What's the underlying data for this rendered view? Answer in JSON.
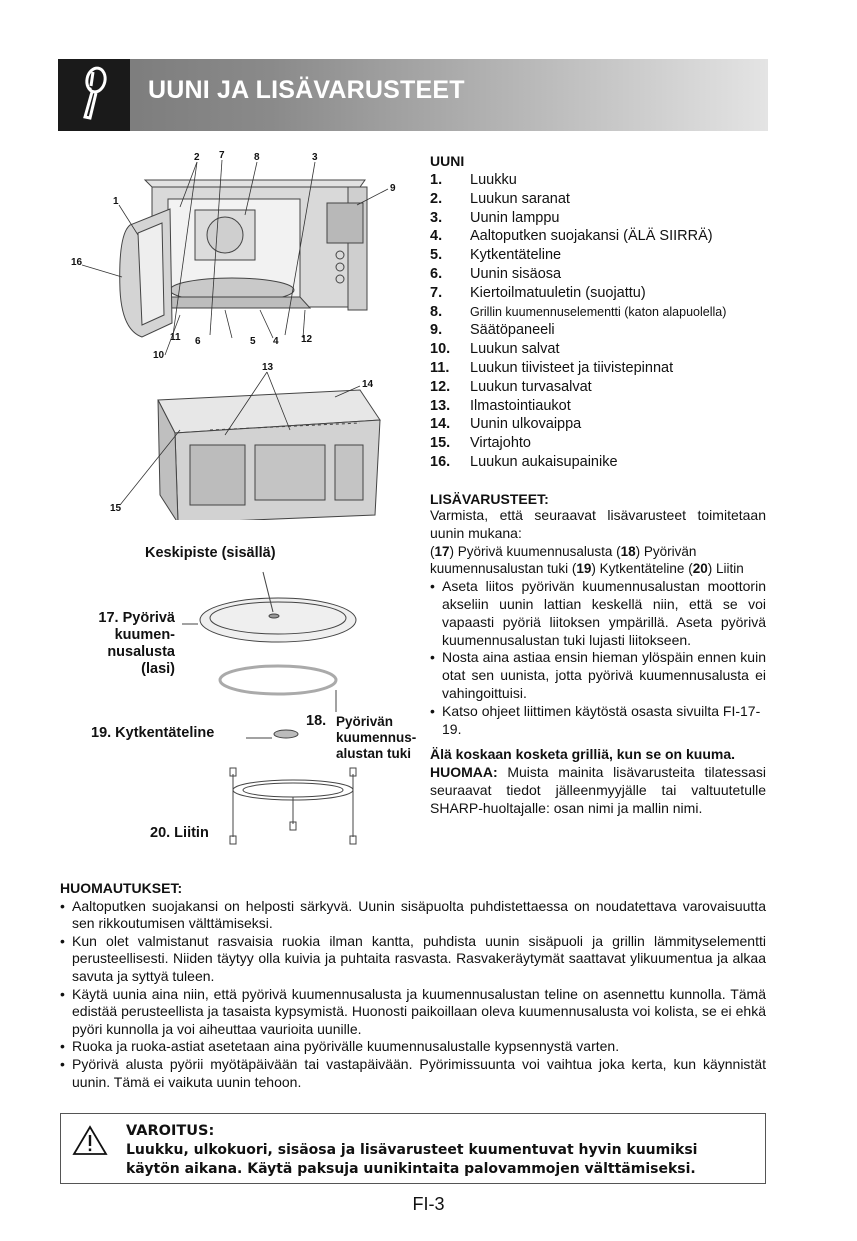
{
  "header": {
    "title": "UUNI JA LISÄVARUSTEET",
    "icon": "magnifier-icon"
  },
  "oven": {
    "title": "UUNI",
    "parts": [
      {
        "n": "1.",
        "label": "Luukku"
      },
      {
        "n": "2.",
        "label": "Luukun saranat"
      },
      {
        "n": "3.",
        "label": "Uunin lamppu"
      },
      {
        "n": "4.",
        "label": "Aaltoputken suojakansi (ÄLÄ SIIRRÄ)"
      },
      {
        "n": "5.",
        "label": "Kytkentäteline"
      },
      {
        "n": "6.",
        "label": "Uunin sisäosa"
      },
      {
        "n": "7.",
        "label": "Kiertoilmatuuletin (suojattu)"
      },
      {
        "n": "8.",
        "label": "Grillin kuumennuselementti (katon alapuolella)"
      },
      {
        "n": "9.",
        "label": "Säätöpaneeli"
      },
      {
        "n": "10.",
        "label": "Luukun salvat"
      },
      {
        "n": "11.",
        "label": "Luukun tiivisteet ja tiivistepinnat"
      },
      {
        "n": "12.",
        "label": "Luukun turvasalvat"
      },
      {
        "n": "13.",
        "label": "Ilmastointiaukot"
      },
      {
        "n": "14.",
        "label": "Uunin ulkovaippa"
      },
      {
        "n": "15.",
        "label": "Virtajohto"
      },
      {
        "n": "16.",
        "label": "Luukun aukaisupainike"
      }
    ]
  },
  "figure": {
    "callouts_front": [
      "2",
      "7",
      "8",
      "3",
      "9",
      "1",
      "16",
      "11",
      "6",
      "5",
      "4",
      "12",
      "10"
    ],
    "callouts_back": [
      "13",
      "14",
      "15"
    ],
    "center_label": "Keskipiste (sisällä)",
    "acc17": [
      "17. Pyörivä",
      "kuumen-",
      "nusalusta",
      "(lasi)"
    ],
    "acc18_num": "18.",
    "acc18": [
      "Pyörivän",
      "kuumennus-",
      "alustan tuki"
    ],
    "acc19": "19. Kytkentäteline",
    "acc20": "20. Liitin"
  },
  "accessories": {
    "title": "LISÄVARUSTEET:",
    "intro": "Varmista, että seuraavat lisävarusteet toimitetaan uunin mukana:",
    "items": [
      {
        "n": "17",
        "t": "Pyörivä kuumennusalusta"
      },
      {
        "n": "18",
        "t": "Pyörivän kuumennusalustan tuki"
      },
      {
        "n": "19",
        "t": "Kytkentäteline"
      },
      {
        "n": "20",
        "t": "Liitin"
      }
    ],
    "bullets": [
      "Aseta liitos pyörivän kuumennusalustan moottorin akseliin uunin lattian keskellä niin, että se voi vapaasti pyöriä liitoksen ympärillä. Aseta pyörivä kuumennusalustan tuki lujasti liitokseen.",
      "Nosta aina astiaa ensin hieman ylöspäin ennen kuin otat sen uunista, jotta pyörivä kuumennusalusta ei vahingoittuisi.",
      "Katso ohjeet liittimen käytöstä osasta sivuilta FI-17-19."
    ],
    "warning_bold": "Älä koskaan kosketa grilliä, kun se on kuuma.",
    "note_label": "HUOMAA:",
    "note_text": "Muista mainita lisävarusteita tilatessasi seuraavat tiedot jälleenmyyjälle tai valtuutetulle SHARP-huoltajalle: osan nimi ja mallin nimi."
  },
  "notes": {
    "title": "HUOMAUTUKSET:",
    "items": [
      "Aaltoputken suojakansi on helposti särkyvä. Uunin sisäpuolta puhdistettaessa on noudatettava varovaisuutta sen rikkoutumisen välttämiseksi.",
      "Kun olet valmistanut rasvaisia ruokia ilman kantta, puhdista uunin sisäpuoli ja grillin lämmityselementti perusteellisesti. Niiden täytyy olla kuivia ja puhtaita rasvasta. Rasvakeräytymät saattavat ylikuumentua ja alkaa savuta ja syttyä tuleen.",
      "Käytä uunia aina niin, että pyörivä kuumennusalusta ja kuumennusalustan teline on asennettu kunnolla. Tämä edistää perusteellista ja tasaista kypsymistä. Huonosti paikoillaan oleva kuumennusalusta voi kolista, se ei ehkä pyöri kunnolla ja voi aiheuttaa vaurioita uunille.",
      "Ruoka ja ruoka-astiat asetetaan aina pyörivälle kuumennusalustalle kypsennystä varten.",
      "Pyörivä alusta pyörii myötäpäivään tai vastapäivään. Pyörimissuunta voi vaihtua joka kerta, kun käynnistät uunin. Tämä ei vaikuta uunin tehoon."
    ]
  },
  "warning": {
    "icon": "warning-triangle-icon",
    "title": "VAROITUS:",
    "text": "Luukku, ulkokuori, sisäosa ja lisävarusteet kuumentuvat hyvin kuumiksi käytön aikana. Käytä paksuja uunikintaita palovammojen välttämiseksi."
  },
  "footer": {
    "page": "FI-3"
  }
}
